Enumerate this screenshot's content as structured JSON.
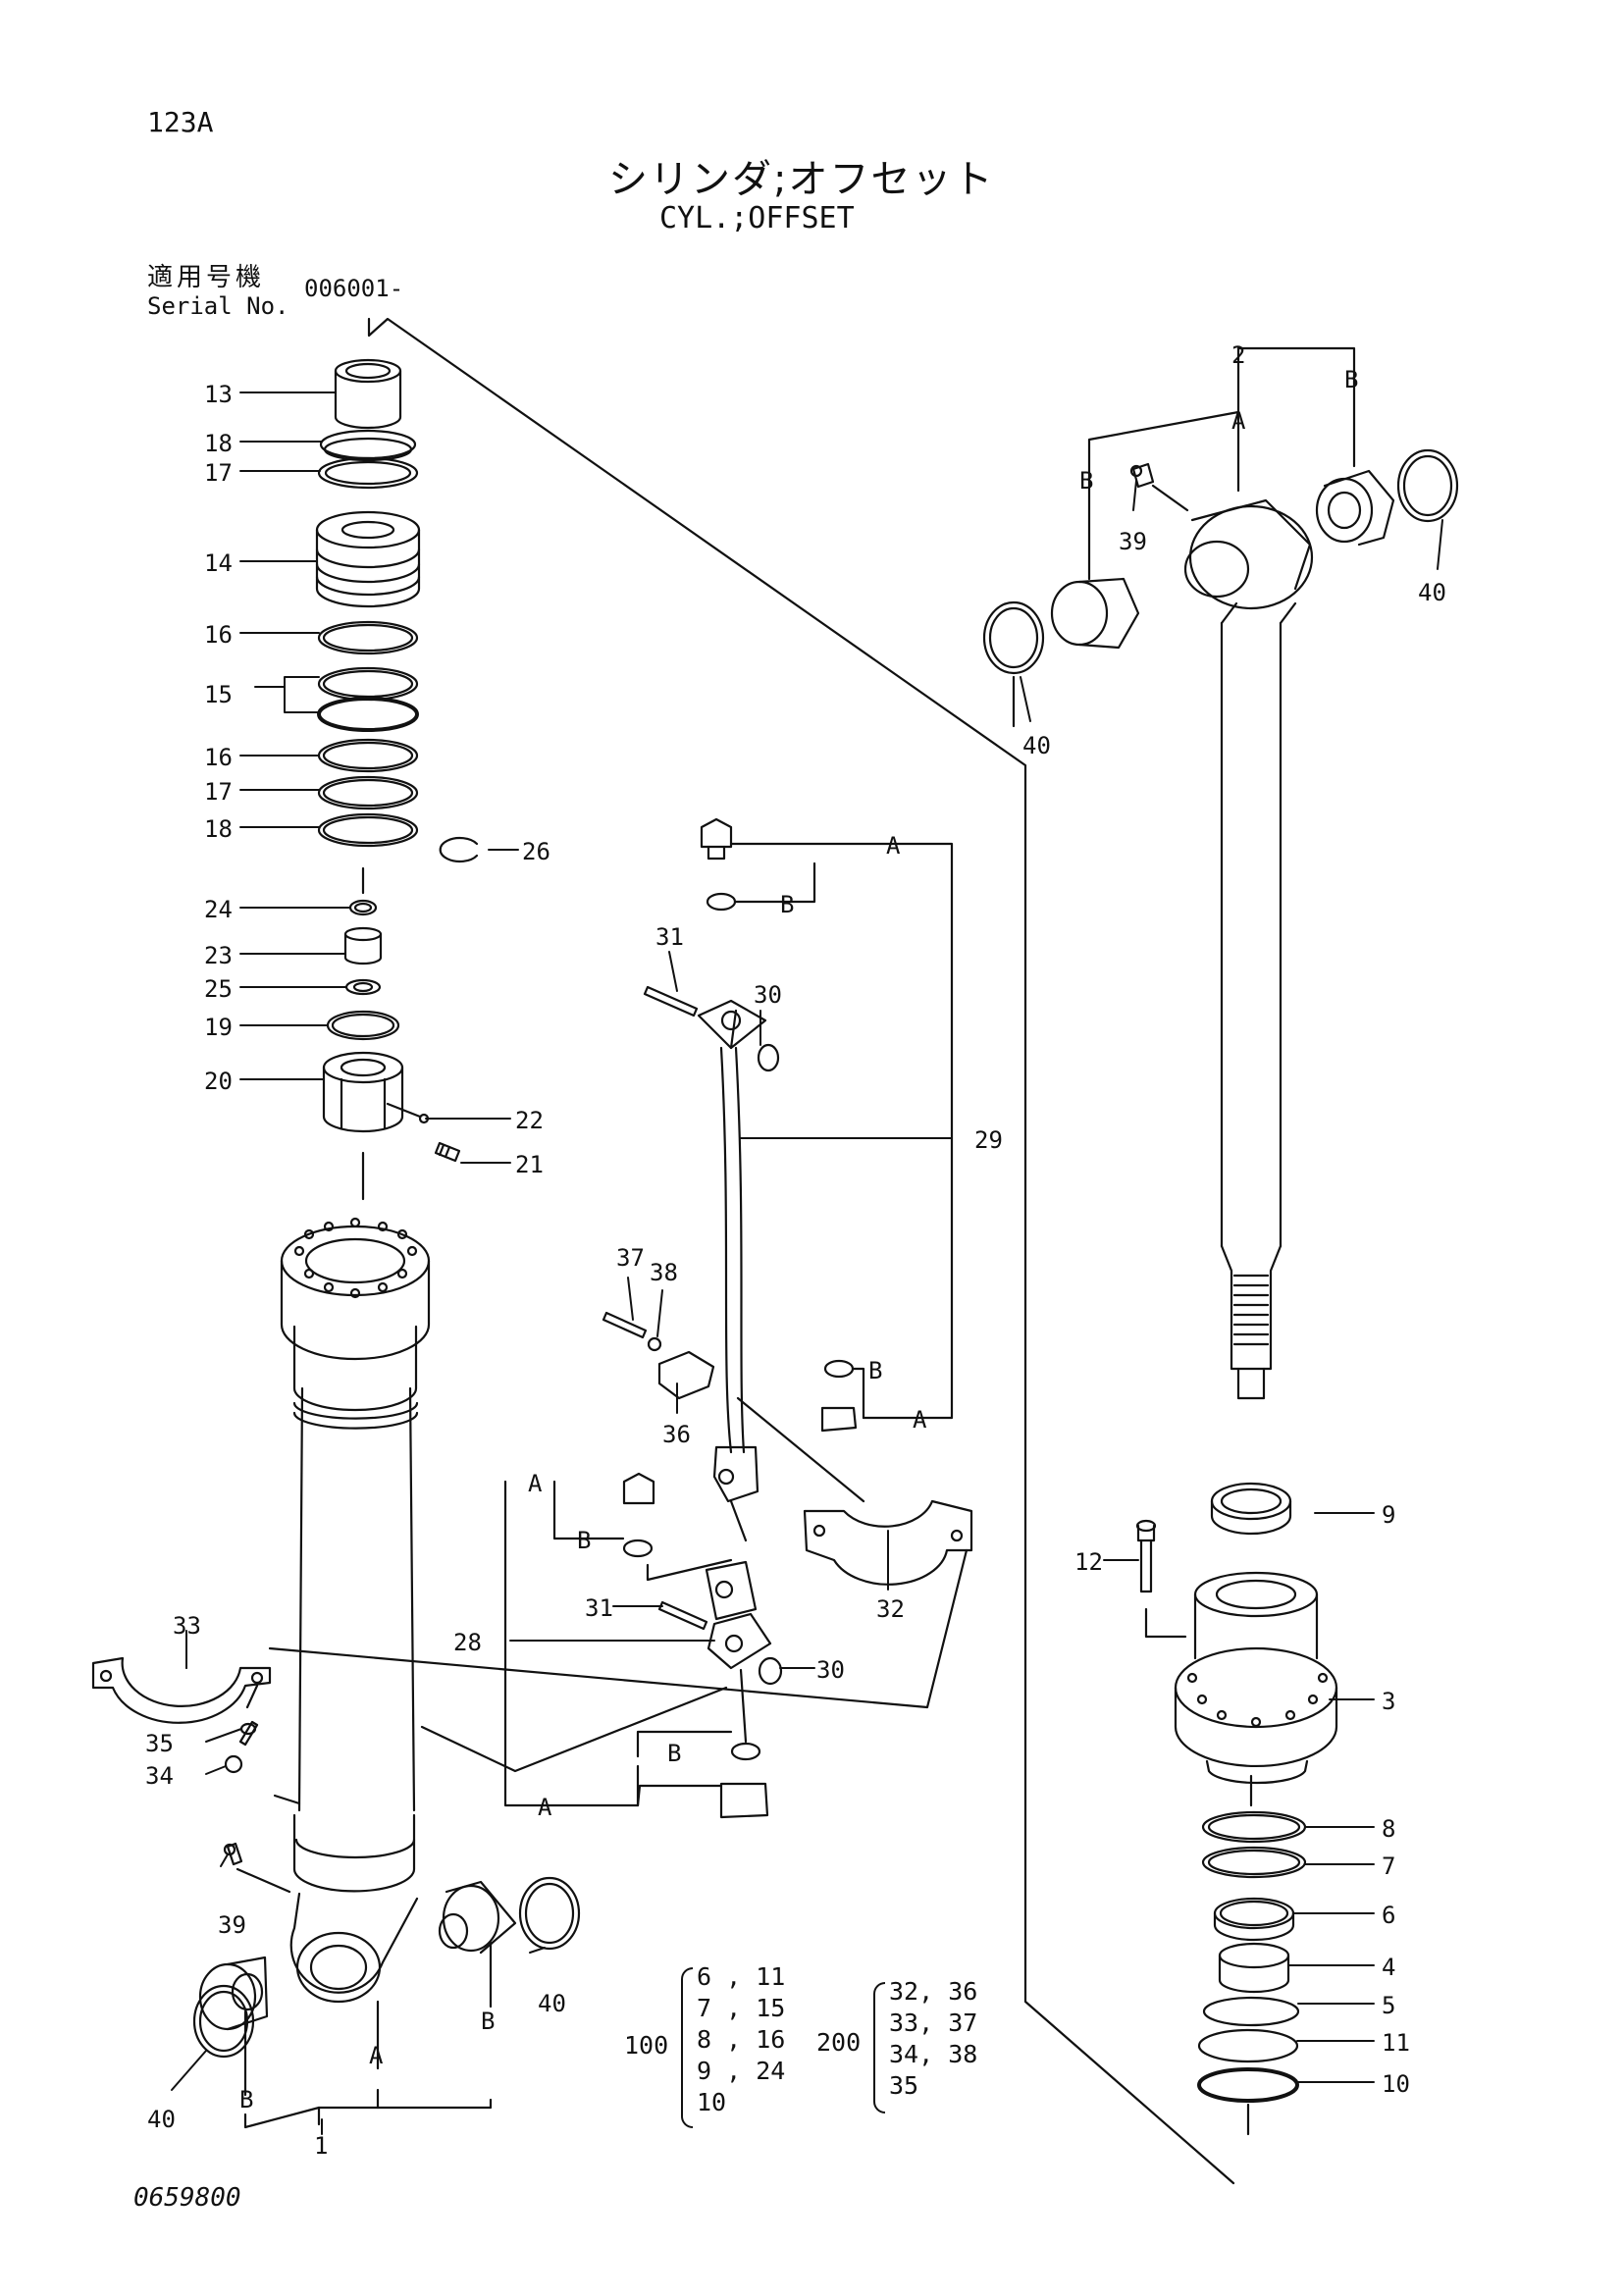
{
  "page": {
    "page_id": "123A",
    "title_jp": "シリンダ;オフセット",
    "title_en": "CYL.;OFFSET",
    "serial_label_jp": "適用号機",
    "serial_label_en": "Serial No.",
    "serial_range": "006001-",
    "drawing_number": "0659800"
  },
  "callouts": {
    "c1": "1",
    "c2": "2",
    "c3": "3",
    "c4": "4",
    "c5": "5",
    "c6": "6",
    "c7": "7",
    "c8": "8",
    "c9": "9",
    "c10": "10",
    "c11": "11",
    "c12": "12",
    "c13": "13",
    "c14": "14",
    "c15": "15",
    "c16": "16",
    "c17": "17",
    "c18": "18",
    "c19": "19",
    "c20": "20",
    "c21": "21",
    "c22": "22",
    "c23": "23",
    "c24": "24",
    "c25": "25",
    "c26": "26",
    "c28": "28",
    "c29": "29",
    "c30": "30",
    "c31": "31",
    "c32": "32",
    "c33": "33",
    "c34": "34",
    "c35": "35",
    "c36": "36",
    "c37": "37",
    "c38": "38",
    "c39": "39",
    "c40": "40",
    "label_a": "A",
    "label_b": "B"
  },
  "kits": {
    "kit100": {
      "number": "100",
      "rows": [
        "6 , 11",
        "7 , 15",
        "8 , 16",
        "9 , 24",
        "10"
      ]
    },
    "kit200": {
      "number": "200",
      "rows": [
        "32, 36",
        "33, 37",
        "34, 38",
        "35"
      ]
    }
  },
  "colors": {
    "ink": "#111111",
    "paper": "#ffffff"
  }
}
